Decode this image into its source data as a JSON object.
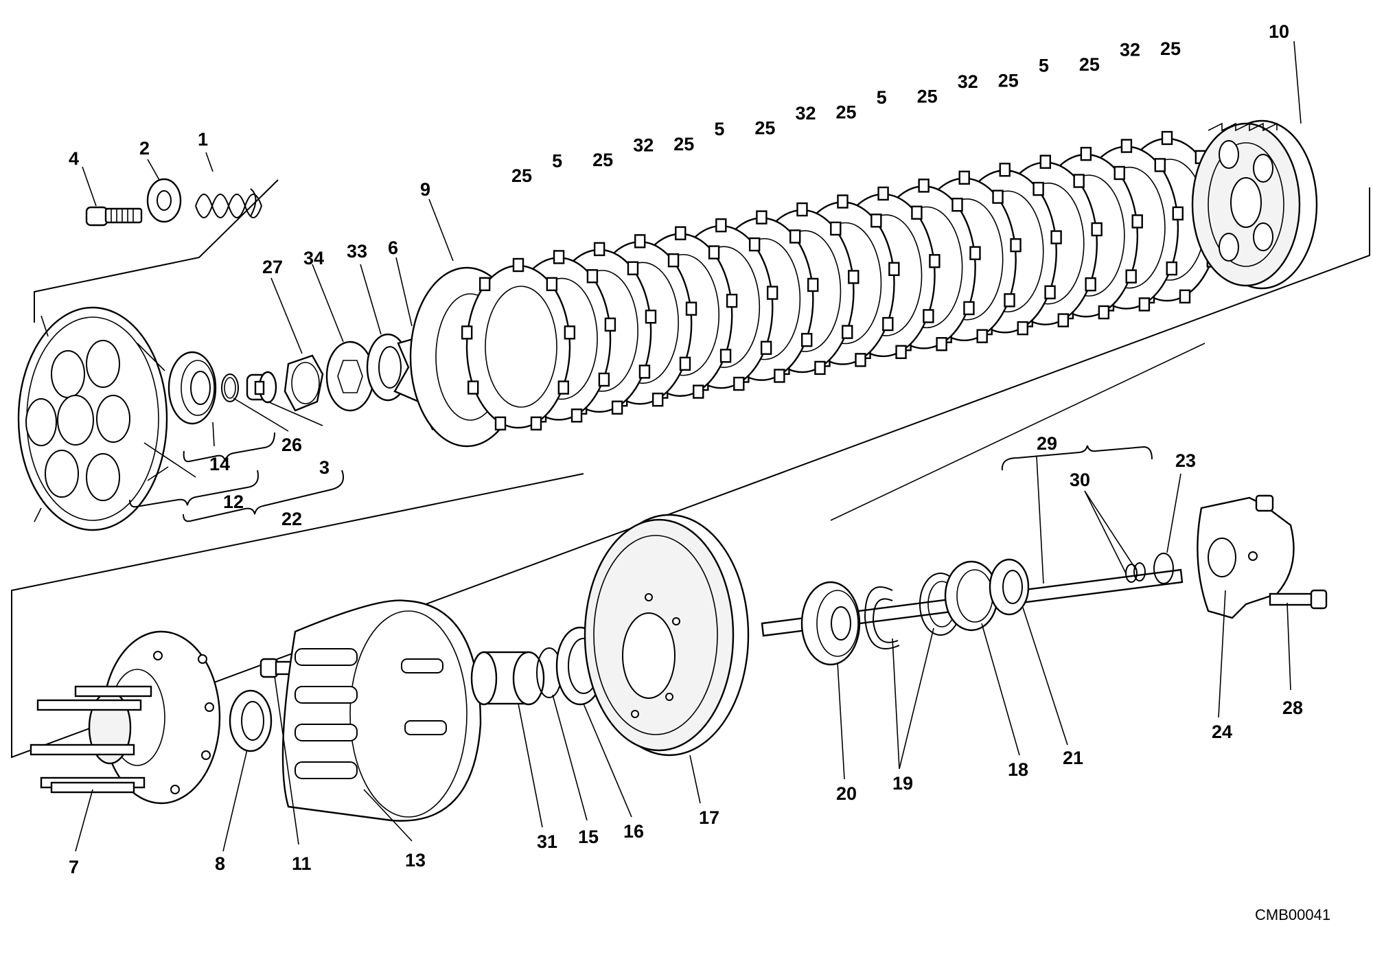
{
  "drawing_code": "CMB00041",
  "callouts": [
    {
      "id": "c4",
      "text": "4"
    },
    {
      "id": "c2",
      "text": "2"
    },
    {
      "id": "c1",
      "text": "1"
    },
    {
      "id": "c10",
      "text": "10"
    },
    {
      "id": "c9",
      "text": "9"
    },
    {
      "id": "c27",
      "text": "27"
    },
    {
      "id": "c34",
      "text": "34"
    },
    {
      "id": "c33",
      "text": "33"
    },
    {
      "id": "c6",
      "text": "6"
    },
    {
      "id": "c14",
      "text": "14"
    },
    {
      "id": "c26",
      "text": "26"
    },
    {
      "id": "c3",
      "text": "3"
    },
    {
      "id": "c12",
      "text": "12"
    },
    {
      "id": "c22",
      "text": "22"
    },
    {
      "id": "c29",
      "text": "29"
    },
    {
      "id": "c30",
      "text": "30"
    },
    {
      "id": "c23",
      "text": "23"
    },
    {
      "id": "c24",
      "text": "24"
    },
    {
      "id": "c28",
      "text": "28"
    },
    {
      "id": "c21",
      "text": "21"
    },
    {
      "id": "c18",
      "text": "18"
    },
    {
      "id": "c19",
      "text": "19"
    },
    {
      "id": "c20",
      "text": "20"
    },
    {
      "id": "c17",
      "text": "17"
    },
    {
      "id": "c16",
      "text": "16"
    },
    {
      "id": "c15",
      "text": "15"
    },
    {
      "id": "c31",
      "text": "31"
    },
    {
      "id": "c13",
      "text": "13"
    },
    {
      "id": "c11",
      "text": "11"
    },
    {
      "id": "c8",
      "text": "8"
    },
    {
      "id": "c7",
      "text": "7"
    }
  ],
  "plate_stack_labels": [
    "25",
    "5",
    "25",
    "32",
    "25",
    "5",
    "25",
    "32",
    "25",
    "5",
    "25",
    "32",
    "25",
    "5",
    "25",
    "32",
    "25"
  ]
}
